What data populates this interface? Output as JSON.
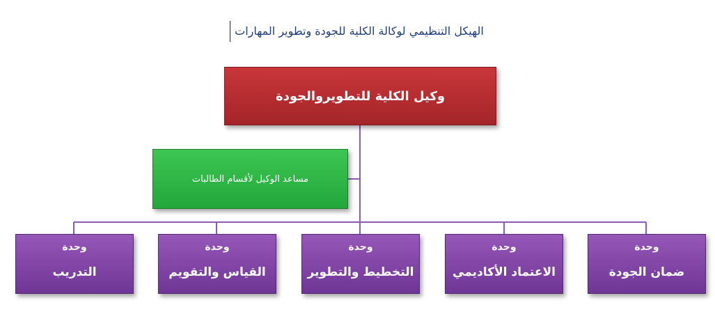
{
  "title": "الهيكل التنظيمي لوكالة الكلية للجودة وتطوير المهارات",
  "dean": "وكيل الكلية للتطويروالجودة",
  "assistant": "مساعد الوكيل لأقسام الطالبات",
  "unit_word": "وحدة",
  "units": [
    {
      "name": "التدريب"
    },
    {
      "name": "القياس والتقويم"
    },
    {
      "name": "التخطيط والتطوير"
    },
    {
      "name": "الاعتماد الأكاديمي"
    },
    {
      "name": "ضمان الجودة"
    }
  ],
  "colors": {
    "dean": "#b52d30",
    "assistant": "#2fb647",
    "unit": "#7e43a5",
    "connector": "#8a5bb3"
  }
}
